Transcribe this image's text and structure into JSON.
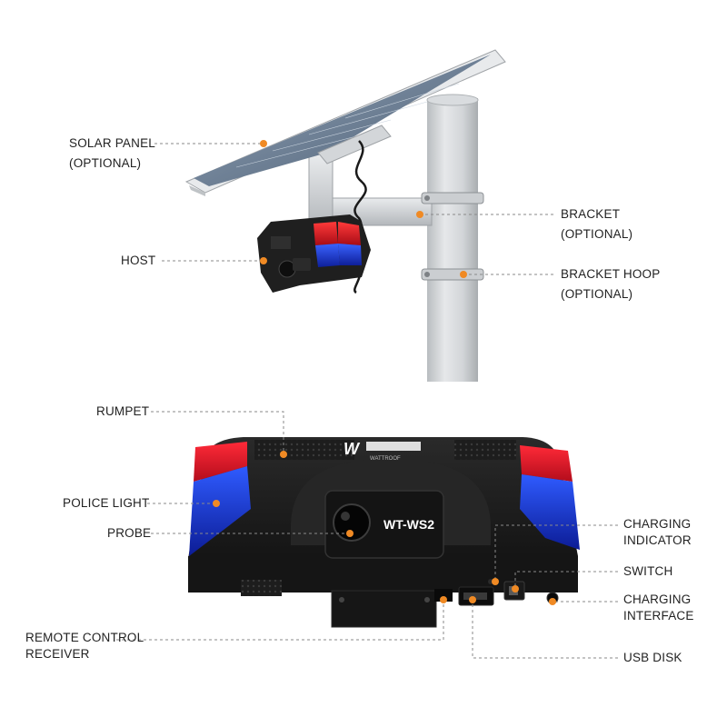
{
  "top_labels": {
    "solar_panel": [
      "SOLAR PANEL",
      "(OPTIONAL)"
    ],
    "host": [
      "HOST"
    ],
    "bracket": [
      "BRACKET",
      "(OPTIONAL)"
    ],
    "bracket_hoop": [
      "BRACKET HOOP",
      "(OPTIONAL)"
    ]
  },
  "bottom_labels": {
    "rumpet": [
      "RUMPET"
    ],
    "police_light": [
      "POLICE LIGHT"
    ],
    "probe": [
      "PROBE"
    ],
    "remote_control_receiver": [
      "REMOTE CONTROL",
      "RECEIVER"
    ],
    "charging_indicator": [
      "CHARGING",
      "INDICATOR"
    ],
    "switch": [
      "SWITCH"
    ],
    "charging_interface": [
      "CHARGING",
      "INTERFACE"
    ],
    "usb_disk": [
      "USB DISK"
    ]
  },
  "device": {
    "model": "WT-WS2",
    "brand_mark": "W",
    "brand_sub": "WATTROOF"
  },
  "colors": {
    "callout_dot": "#f08a24",
    "leader_line": "#8a8a8a",
    "device_body": "#1c1c1c",
    "light_red": "#e0182a",
    "light_blue": "#1d3fd8",
    "pole": "#cfd3d6"
  }
}
